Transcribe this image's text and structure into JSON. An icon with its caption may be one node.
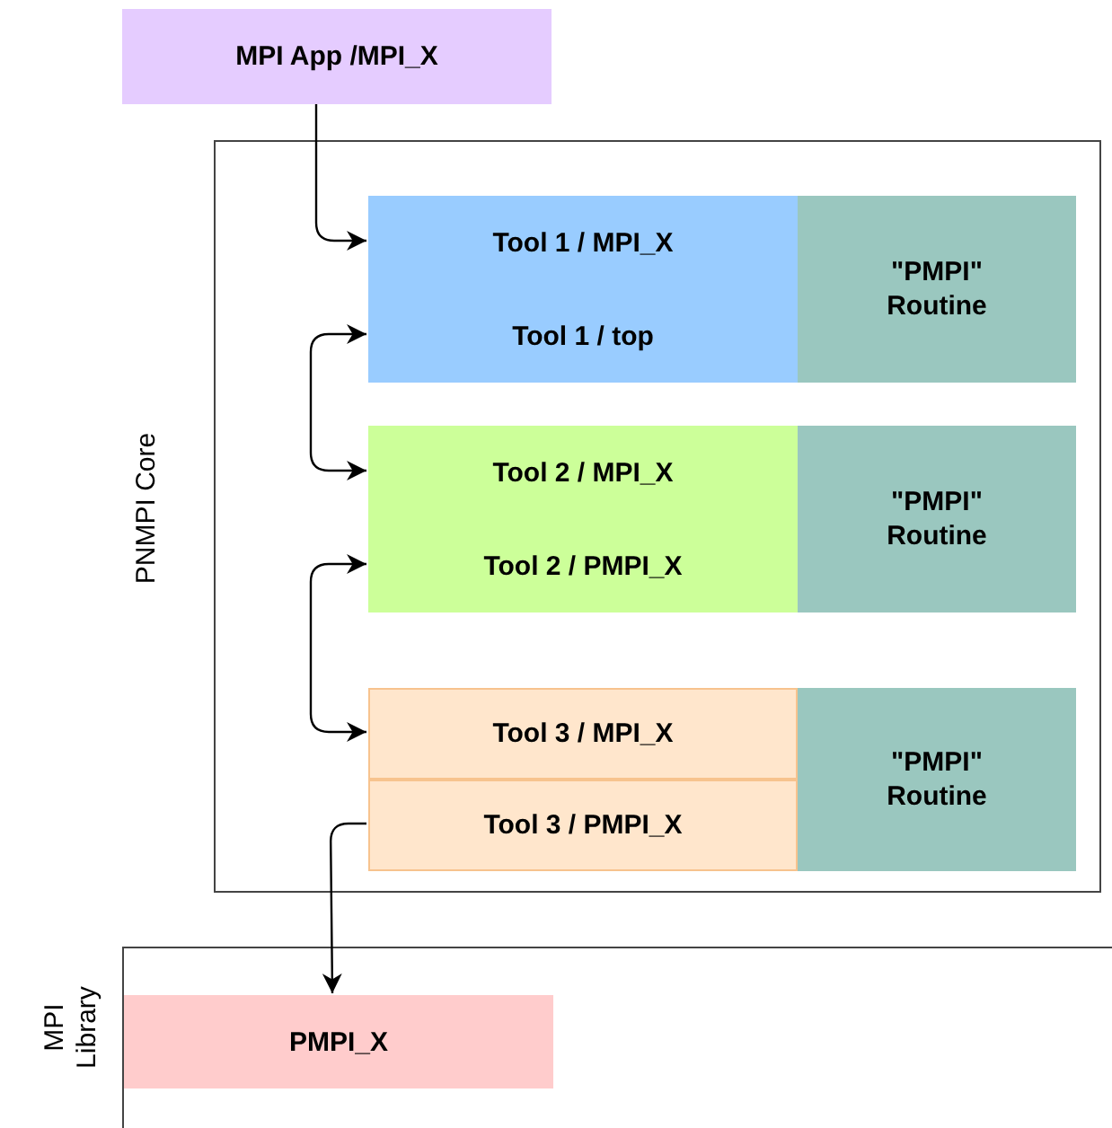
{
  "diagram": {
    "nodes": [
      {
        "text": [
          "MPI App /MPI_X"
        ]
      },
      {
        "text": [
          "PNMPI Core"
        ]
      },
      {
        "text": [
          "Tool 1 / MPI_X"
        ],
        "in": 1
      },
      {
        "text": [
          "Tool 1 / top"
        ],
        "in": 1
      },
      {
        "text": [
          "\"PMPI\" Routine"
        ],
        "in": 1
      },
      {
        "text": [
          "Tool 2 / MPI_X"
        ],
        "in": 1
      },
      {
        "text": [
          "Tool 2 / PMPI_X"
        ],
        "in": 1
      },
      {
        "text": [
          "\"PMPI\" Routine"
        ],
        "in": 1
      },
      {
        "text": [
          "Tool 3 / MPI_X"
        ],
        "in": 1
      },
      {
        "text": [
          "Tool 3 / PMPI_X"
        ],
        "in": 1
      },
      {
        "text": [
          "\"PMPI\" Routine"
        ],
        "in": 1
      },
      {
        "text": [
          "MPI Library"
        ]
      },
      {
        "text": [
          "PMPI_X"
        ],
        "in": 11
      }
    ],
    "edges": [
      {
        "from": 0,
        "to": 2,
        "arrow": "to"
      },
      {
        "from": 3,
        "to": 5,
        "arrow": "both"
      },
      {
        "from": 6,
        "to": 8,
        "arrow": "both"
      },
      {
        "from": 9,
        "to": 12,
        "arrow": "to"
      }
    ]
  }
}
